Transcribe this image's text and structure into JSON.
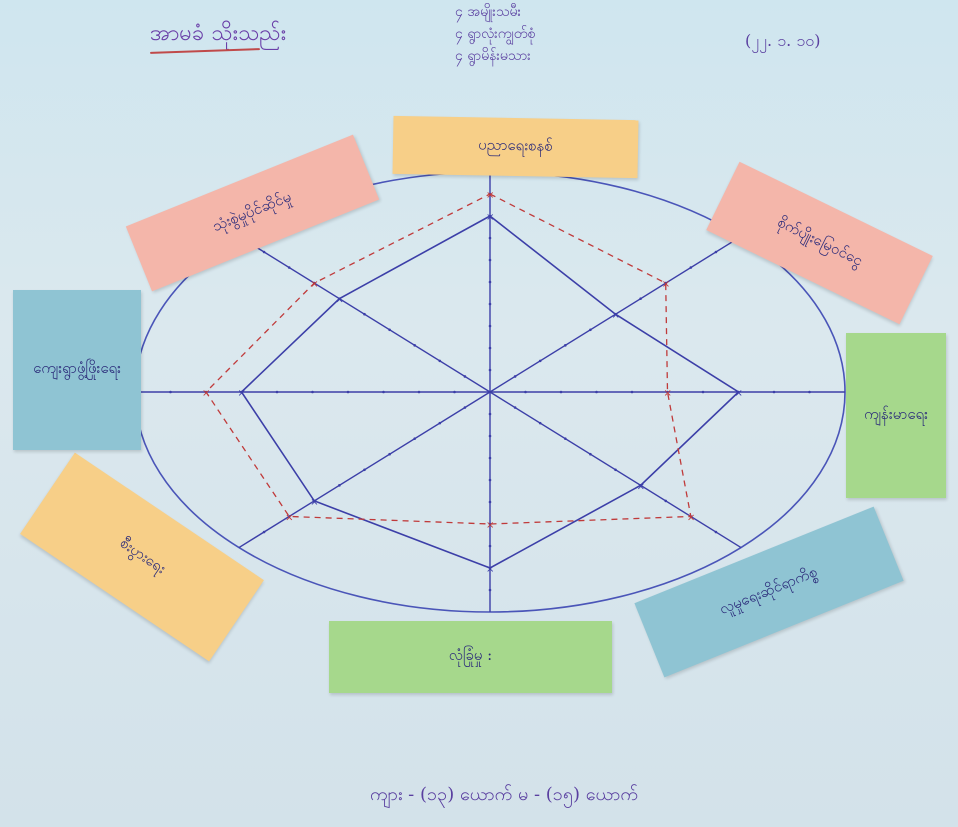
{
  "header": {
    "title": "အာမခံ သိုးသည်း",
    "note_lines": [
      "၄ အမျိုးသမီး",
      "၄ ရွာလုံးကျွတ်စုံ",
      "၄ ရွာမိန်းမသား"
    ],
    "date": "(၂၂. ၁. ၁၀)"
  },
  "sticky_notes": [
    {
      "id": "top",
      "label": "ပညာရေးစနစ်",
      "color": "#f7cf88"
    },
    {
      "id": "top-right",
      "label": "စိုက်ပျိုးမြေဝင်ငွေ",
      "color": "#f4b6aa"
    },
    {
      "id": "right",
      "label": "ကျန်းမာရေး",
      "color": "#a6d88c"
    },
    {
      "id": "bottom-right",
      "label": "လူမှုရေးဆိုင်ရာကိစ္စ",
      "color": "#8fc4d3"
    },
    {
      "id": "bottom",
      "label": "လုံခြုံမှု :",
      "color": "#a6d88c"
    },
    {
      "id": "bottom-left",
      "label": "စီးပွားရေး",
      "color": "#f7cf88"
    },
    {
      "id": "left",
      "label": "ကျေးရွာဖွံ့ဖြိုးရေး",
      "color": "#8fc4d3"
    },
    {
      "id": "top-left",
      "label": "သုံးစွဲမှုပိုင်ဆိုင်မှု",
      "color": "#f4b6aa"
    }
  ],
  "footer": {
    "text": "ကျား - (၁၃) ယောက်  မ - (၁၅) ယောက်"
  },
  "chart_data": {
    "type": "radar",
    "axes_scale": [
      0,
      10
    ],
    "series": [
      {
        "values": [
          8,
          5,
          7,
          6,
          8,
          7,
          7,
          6
        ]
      },
      {
        "values": [
          9,
          7,
          5,
          8,
          6,
          8,
          8,
          7
        ]
      }
    ]
  },
  "colors": {
    "ink_blue": "#3c3fa8",
    "ink_red": "#c03a3a",
    "paper": "#dbe8ee"
  }
}
